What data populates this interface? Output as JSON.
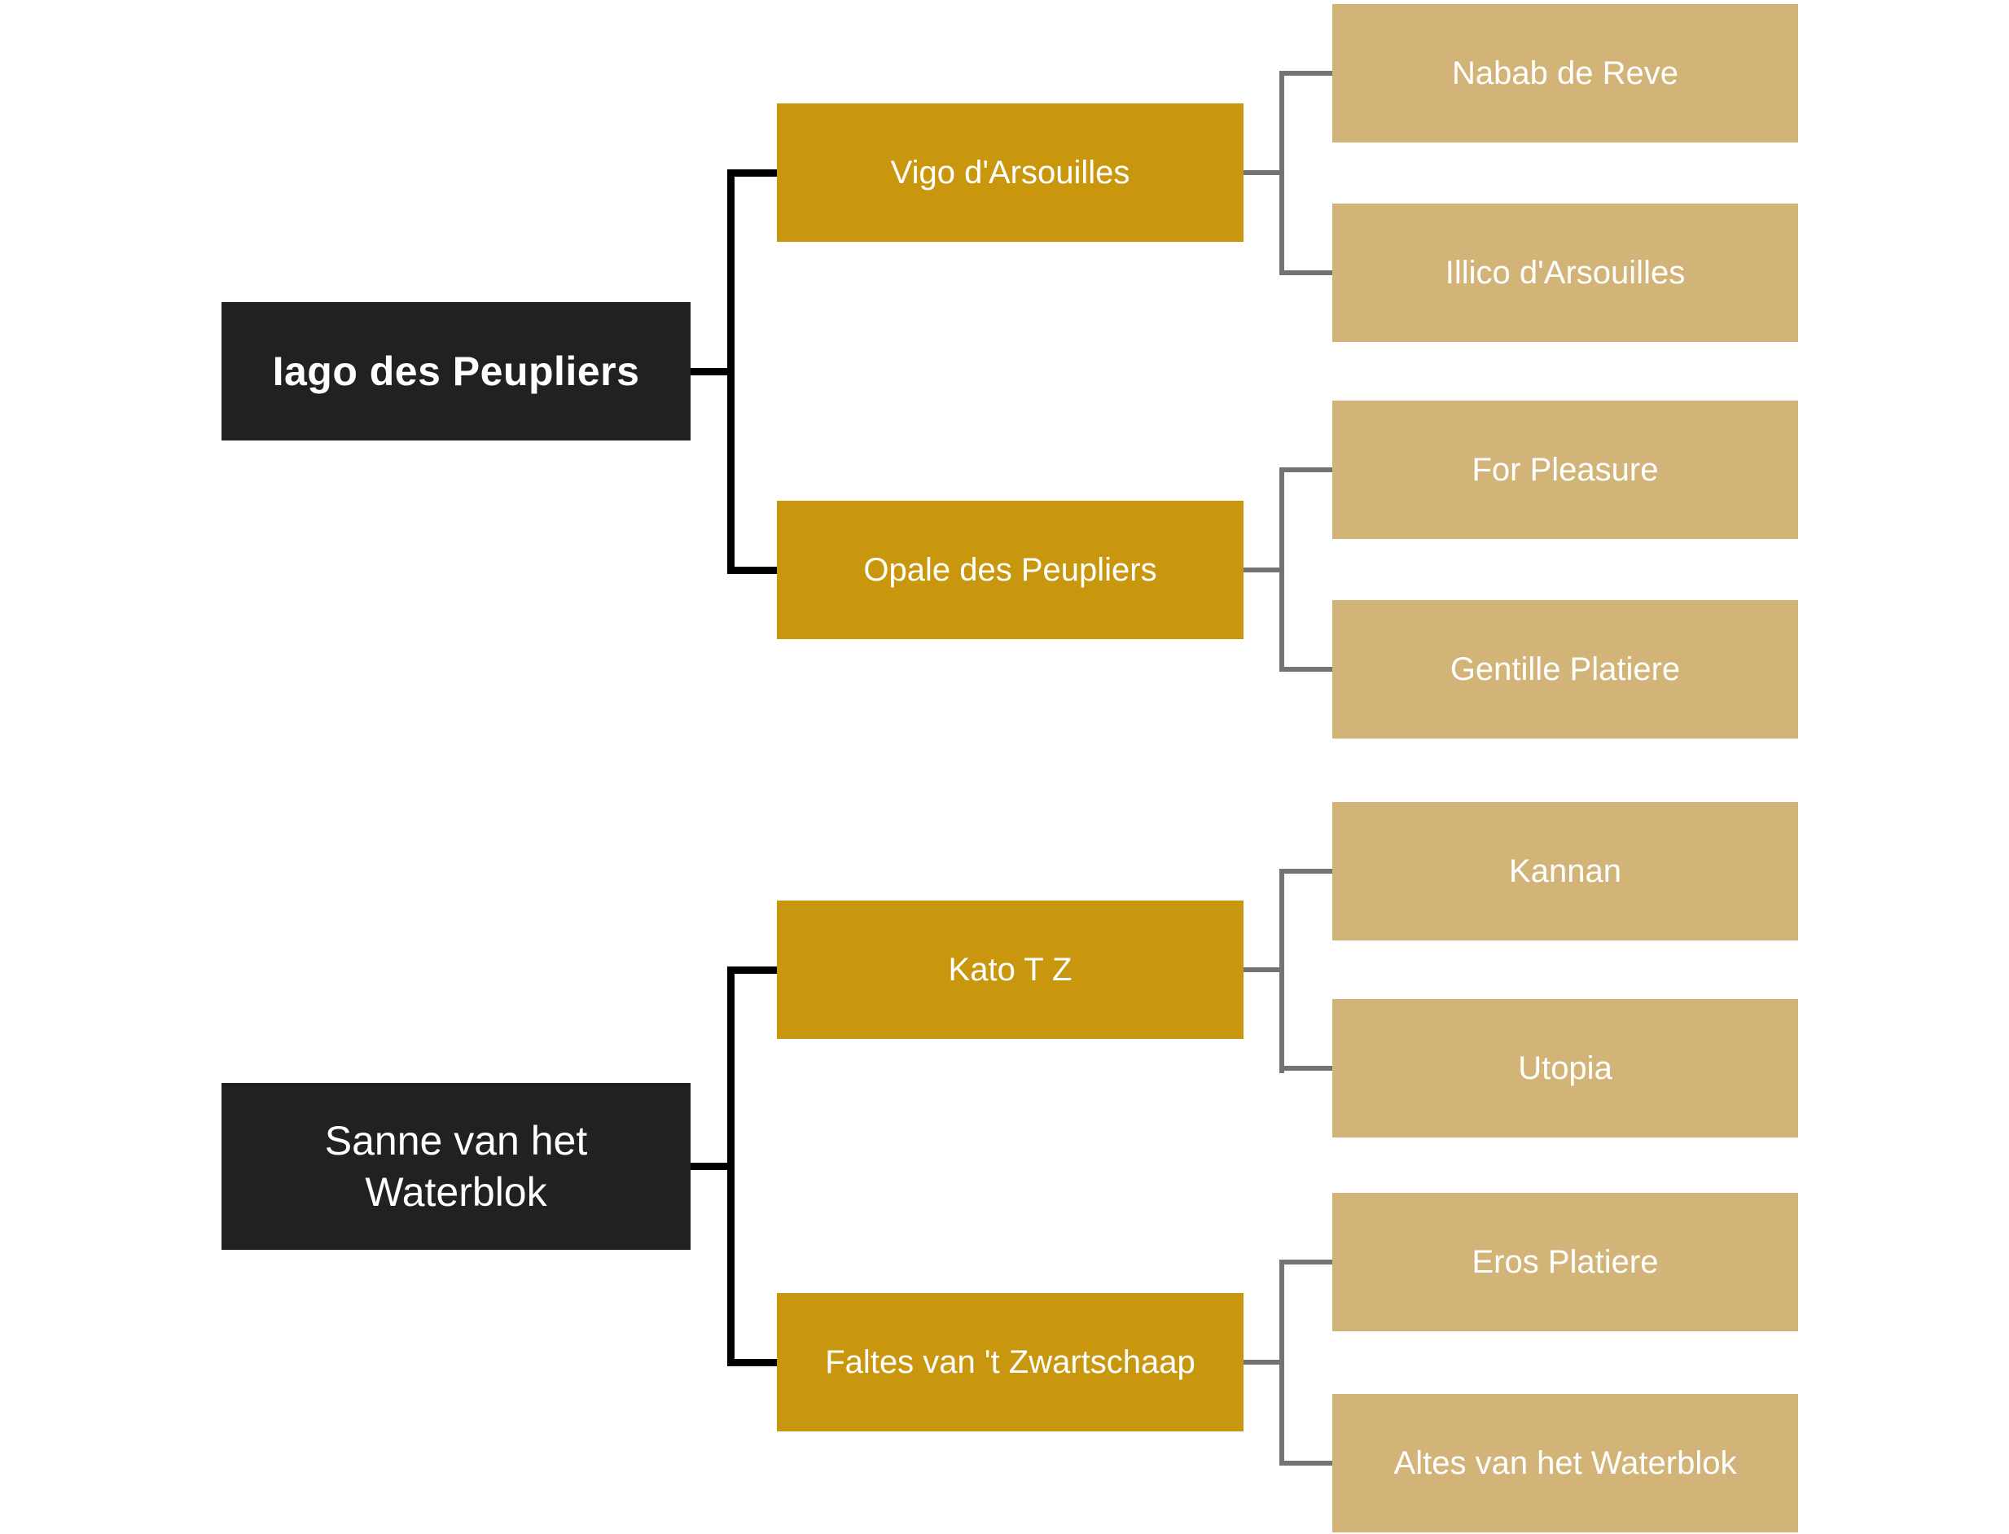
{
  "diagram": {
    "type": "pedigree-tree",
    "families": [
      {
        "subject": "Iago des Peupliers",
        "parents": [
          {
            "name": "Vigo d'Arsouilles",
            "grandparents": [
              "Nabab de Reve",
              "Illico d'Arsouilles"
            ]
          },
          {
            "name": "Opale des Peupliers",
            "grandparents": [
              "For Pleasure",
              "Gentille Platiere"
            ]
          }
        ]
      },
      {
        "subject": "Sanne van het Waterblok",
        "parents": [
          {
            "name": "Kato T Z",
            "grandparents": [
              "Kannan",
              "Utopia"
            ]
          },
          {
            "name": "Faltes van 't Zwartschaap",
            "grandparents": [
              "Eros Platiere",
              "Altes van het Waterblok"
            ]
          }
        ]
      }
    ]
  },
  "colors": {
    "subject_box": "#212121",
    "parent_box": "#C8970E",
    "grandparent_box": "#D2B478",
    "text": "#FFFFFF",
    "connector_primary": "#000000",
    "connector_secondary": "#737373",
    "background": "#FFFFFF"
  }
}
